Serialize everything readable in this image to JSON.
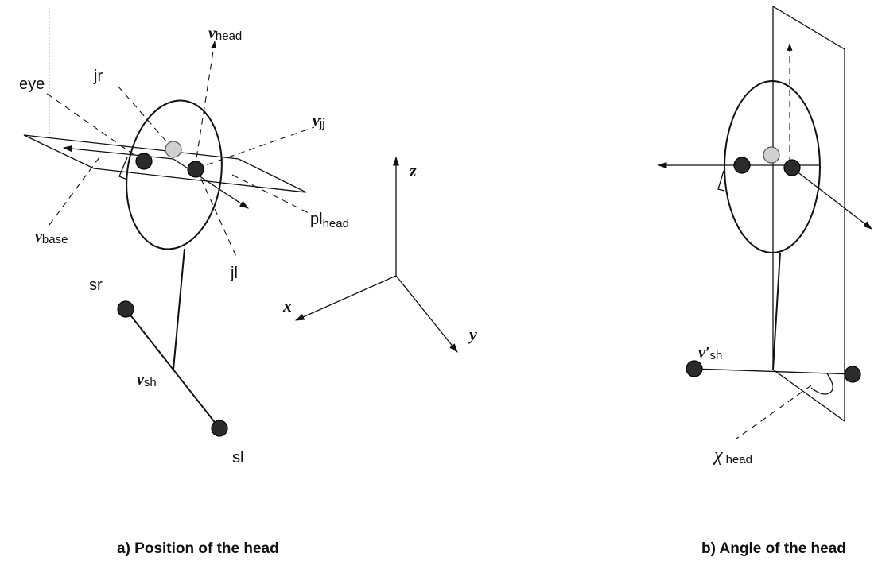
{
  "panel_a": {
    "caption": "a) Position of the head",
    "labels": {
      "v_head": {
        "main": "v",
        "sub": "head"
      },
      "jr": "jr",
      "eye": "eye",
      "v_jj": {
        "main": "v",
        "sub": "jj"
      },
      "v_base": {
        "main": "v",
        "sub": "base"
      },
      "pl_head": {
        "main": "pl",
        "sub": "head"
      },
      "jl": "jl",
      "sr": "sr",
      "v_sh": {
        "main": "v",
        "sub": "sh"
      },
      "sl": "sl"
    },
    "axes": {
      "x": "x",
      "y": "y",
      "z": "z"
    }
  },
  "panel_b": {
    "caption": "b) Angle of the head",
    "labels": {
      "v_prime_sh": {
        "main": "v′",
        "sub": "sh"
      },
      "chi_head": {
        "main": "χ",
        "sub": "head"
      }
    }
  }
}
